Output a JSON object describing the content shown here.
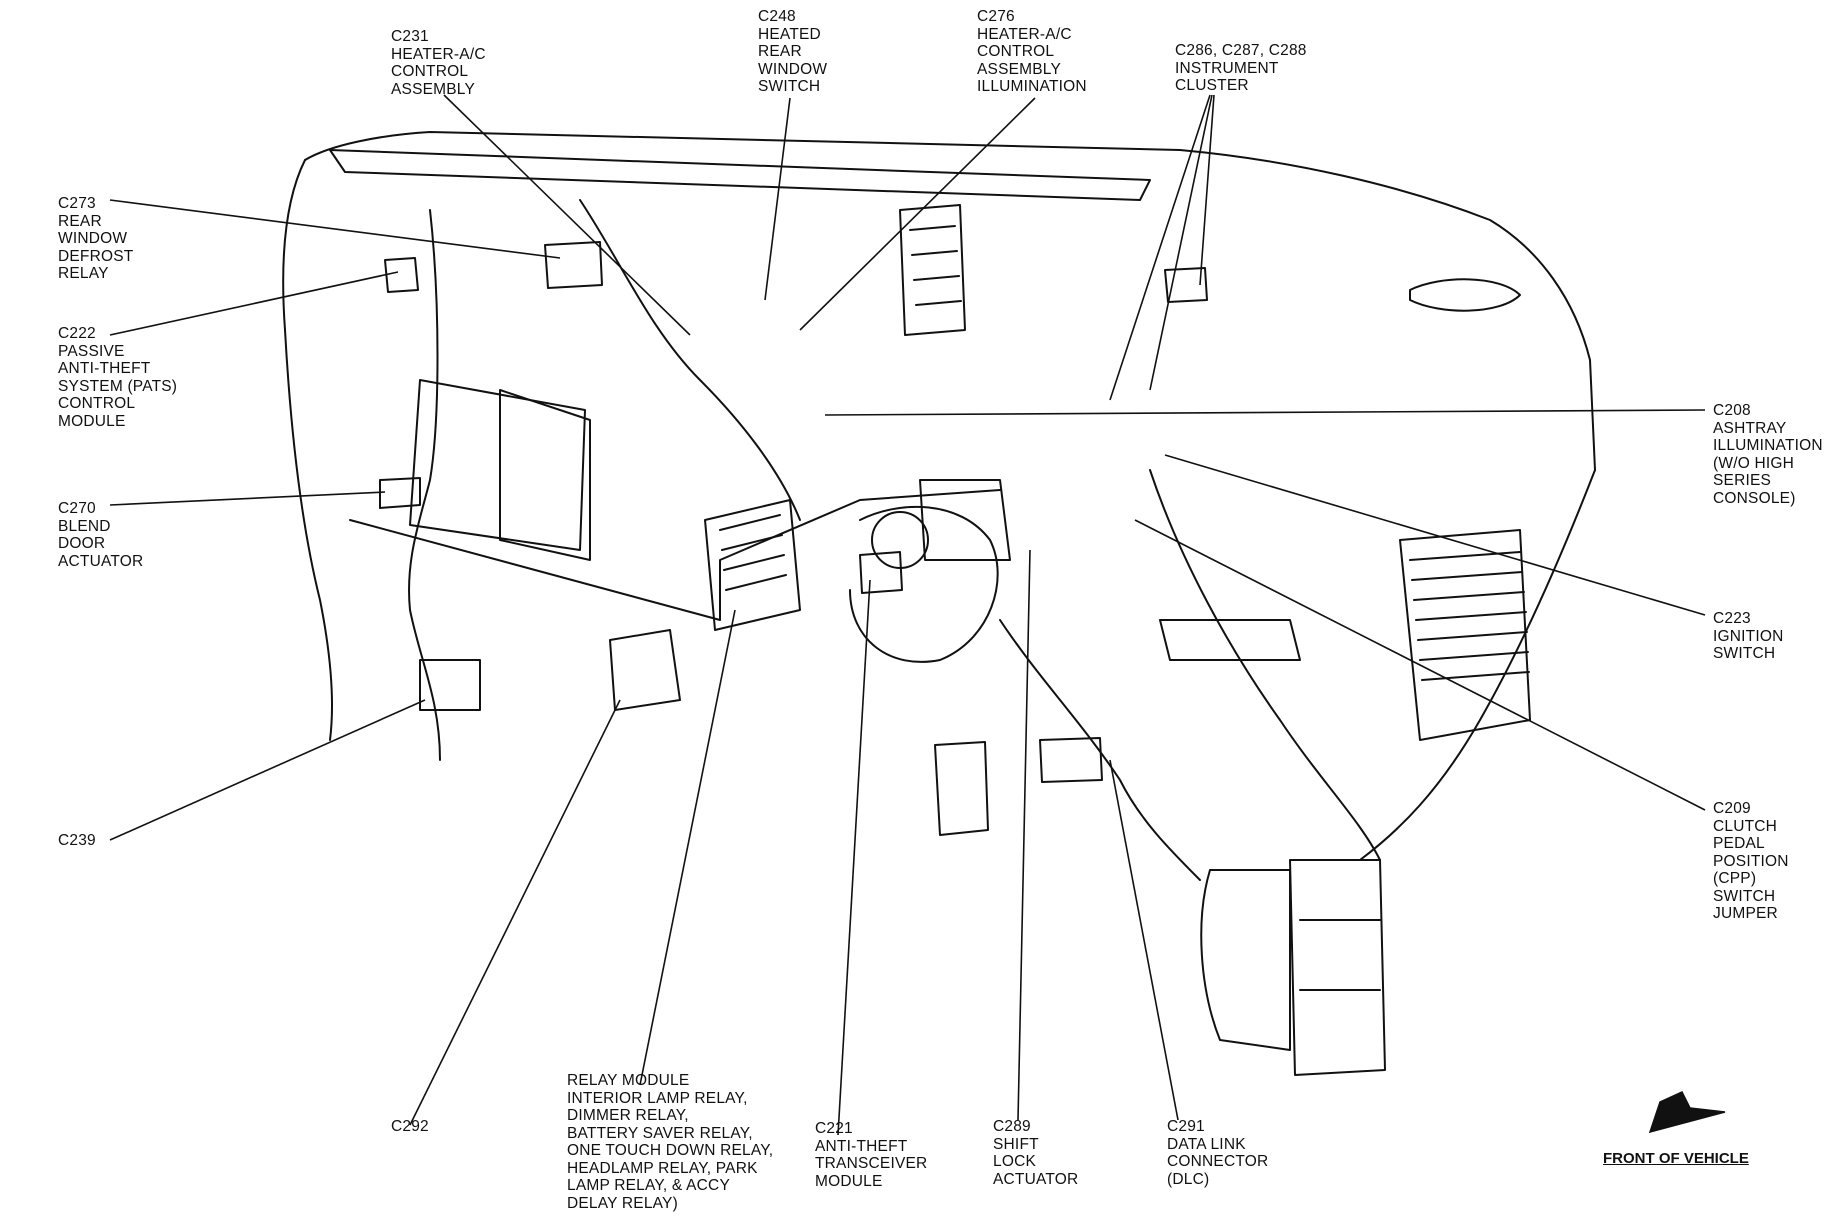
{
  "callouts": [
    {
      "id": "c231",
      "lines": [
        "C231",
        "HEATER-A/C",
        "CONTROL",
        "ASSEMBLY"
      ]
    },
    {
      "id": "c248",
      "lines": [
        "C248",
        "HEATED",
        "REAR",
        "WINDOW",
        "SWITCH"
      ]
    },
    {
      "id": "c276",
      "lines": [
        "C276",
        "HEATER-A/C",
        "CONTROL",
        "ASSEMBLY",
        "ILLUMINATION"
      ]
    },
    {
      "id": "c286",
      "lines": [
        "C286, C287, C288",
        "INSTRUMENT",
        "CLUSTER"
      ]
    },
    {
      "id": "c273",
      "lines": [
        "C273",
        "REAR",
        "WINDOW",
        "DEFROST",
        "RELAY"
      ]
    },
    {
      "id": "c222",
      "lines": [
        "C222",
        "PASSIVE",
        "ANTI-THEFT",
        "SYSTEM (PATS)",
        "CONTROL",
        "MODULE"
      ]
    },
    {
      "id": "c270",
      "lines": [
        "C270",
        "BLEND",
        "DOOR",
        "ACTUATOR"
      ]
    },
    {
      "id": "c239",
      "lines": [
        "C239"
      ]
    },
    {
      "id": "c292",
      "lines": [
        "C292"
      ]
    },
    {
      "id": "relay",
      "lines": [
        "RELAY MODULE",
        "INTERIOR LAMP RELAY,",
        "DIMMER RELAY,",
        "BATTERY SAVER RELAY,",
        "ONE TOUCH DOWN RELAY,",
        "HEADLAMP RELAY, PARK",
        "LAMP RELAY, & ACCY",
        "DELAY RELAY)"
      ]
    },
    {
      "id": "c221",
      "lines": [
        "C221",
        "ANTI-THEFT",
        "TRANSCEIVER",
        "MODULE"
      ]
    },
    {
      "id": "c289",
      "lines": [
        "C289",
        "SHIFT",
        "LOCK",
        "ACTUATOR"
      ]
    },
    {
      "id": "c291",
      "lines": [
        "C291",
        "DATA LINK",
        "CONNECTOR",
        "(DLC)"
      ]
    },
    {
      "id": "c208",
      "lines": [
        "C208",
        "ASHTRAY",
        "ILLUMINATION",
        "(W/O HIGH",
        "SERIES",
        "CONSOLE)"
      ]
    },
    {
      "id": "c223",
      "lines": [
        "C223",
        "IGNITION",
        "SWITCH"
      ]
    },
    {
      "id": "c209",
      "lines": [
        "C209",
        "CLUTCH",
        "PEDAL",
        "POSITION",
        "(CPP)",
        "SWITCH",
        "JUMPER"
      ]
    }
  ],
  "front_of_vehicle": "FRONT OF VEHICLE",
  "colors": {
    "ink": "#111111",
    "paper": "#ffffff"
  }
}
